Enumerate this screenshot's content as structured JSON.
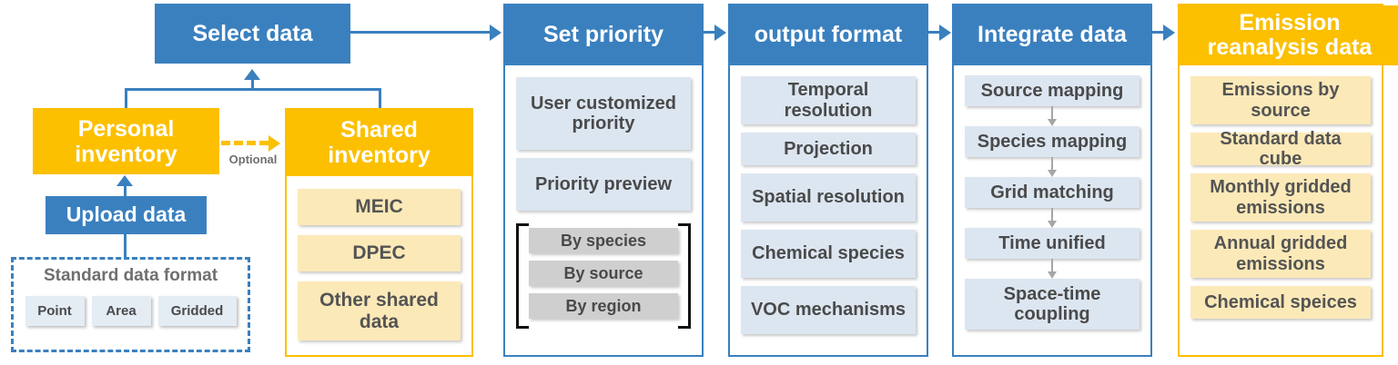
{
  "colors": {
    "blue": "#3a80bf",
    "yellow": "#fcc000",
    "light_blue": "#dce6f1",
    "light_yellow": "#fce9b8",
    "gray_chip": "#cfcfcf",
    "text_gray": "#4a4a4a"
  },
  "diagram": {
    "select_data": {
      "title": "Select data"
    },
    "personal_inventory": {
      "title": "Personal inventory"
    },
    "shared_inventory": {
      "title": "Shared inventory",
      "items": [
        {
          "label": "MEIC"
        },
        {
          "label": "DPEC"
        },
        {
          "label": "Other shared data"
        }
      ]
    },
    "optional_connector": {
      "label": "Optional"
    },
    "upload_data": {
      "title": "Upload data"
    },
    "standard_data_format": {
      "title": "Standard data format",
      "items": [
        {
          "label": "Point"
        },
        {
          "label": "Area"
        },
        {
          "label": "Gridded"
        }
      ]
    },
    "set_priority": {
      "title": "Set priority",
      "items": [
        {
          "label": "User customized priority"
        },
        {
          "label": "Priority preview"
        }
      ],
      "grouped_items": [
        {
          "label": "By species"
        },
        {
          "label": "By source"
        },
        {
          "label": "By region"
        }
      ]
    },
    "output_format": {
      "title": "output format",
      "items": [
        {
          "label": "Temporal resolution"
        },
        {
          "label": "Projection"
        },
        {
          "label": "Spatial resolution"
        },
        {
          "label": "Chemical species"
        },
        {
          "label": "VOC mechanisms"
        }
      ]
    },
    "integrate_data": {
      "title": "Integrate data",
      "items": [
        {
          "label": "Source mapping"
        },
        {
          "label": "Species mapping"
        },
        {
          "label": "Grid matching"
        },
        {
          "label": "Time unified"
        },
        {
          "label": "Space-time coupling"
        }
      ]
    },
    "emission_reanalysis": {
      "title": "Emission reanalysis data",
      "items": [
        {
          "label": "Emissions by source"
        },
        {
          "label": "Standard data cube"
        },
        {
          "label": "Monthly gridded emissions"
        },
        {
          "label": "Annual gridded emissions"
        },
        {
          "label": "Chemical speices"
        }
      ]
    }
  }
}
